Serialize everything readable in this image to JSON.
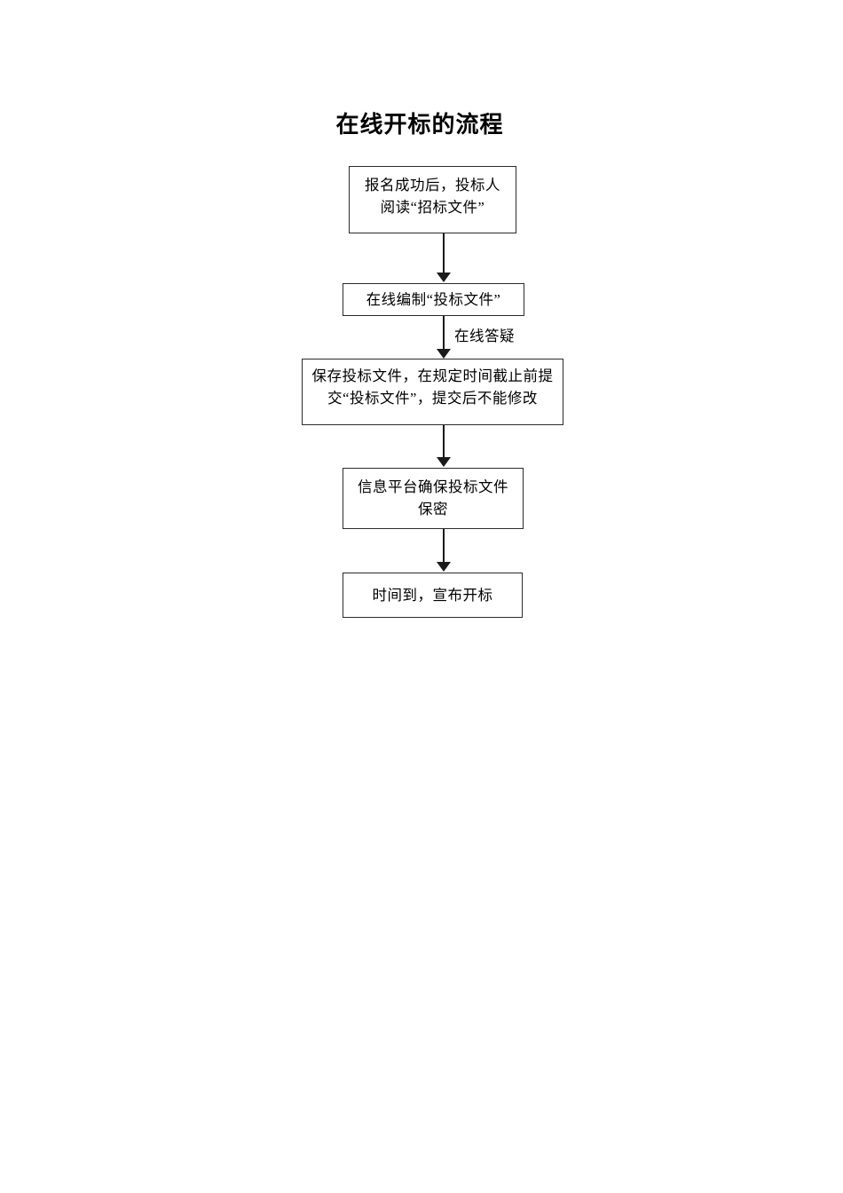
{
  "document": {
    "title": "在线开标的流程",
    "background_color": "#ffffff",
    "text_color": "#000000",
    "line_color": "#1a1a1a",
    "box_border_color": "#2b2b2b"
  },
  "flowchart": {
    "type": "flowchart",
    "orientation": "top-to-bottom",
    "nodes": [
      {
        "id": "node-1",
        "order": 1,
        "shape": "rectangle",
        "text": "报名成功后，投标人\n阅读“招标文件”"
      },
      {
        "id": "node-2",
        "order": 2,
        "shape": "rectangle",
        "text": "在线编制“投标文件”"
      },
      {
        "id": "node-3",
        "order": 3,
        "shape": "rectangle",
        "text": "保存投标文件，在规定时间截止前提\n交“投标文件”，提交后不能修改"
      },
      {
        "id": "node-4",
        "order": 4,
        "shape": "rectangle",
        "text": "信息平台确保投标文件\n保密"
      },
      {
        "id": "node-5",
        "order": 5,
        "shape": "rectangle",
        "text": "时间到，宣布开标"
      }
    ],
    "edges": [
      {
        "id": "edge-1",
        "from": "node-1",
        "to": "node-2",
        "label": ""
      },
      {
        "id": "edge-2",
        "from": "node-2",
        "to": "node-3",
        "label": "在线答疑"
      },
      {
        "id": "edge-3",
        "from": "node-3",
        "to": "node-4",
        "label": ""
      },
      {
        "id": "edge-4",
        "from": "node-4",
        "to": "node-5",
        "label": ""
      }
    ]
  }
}
